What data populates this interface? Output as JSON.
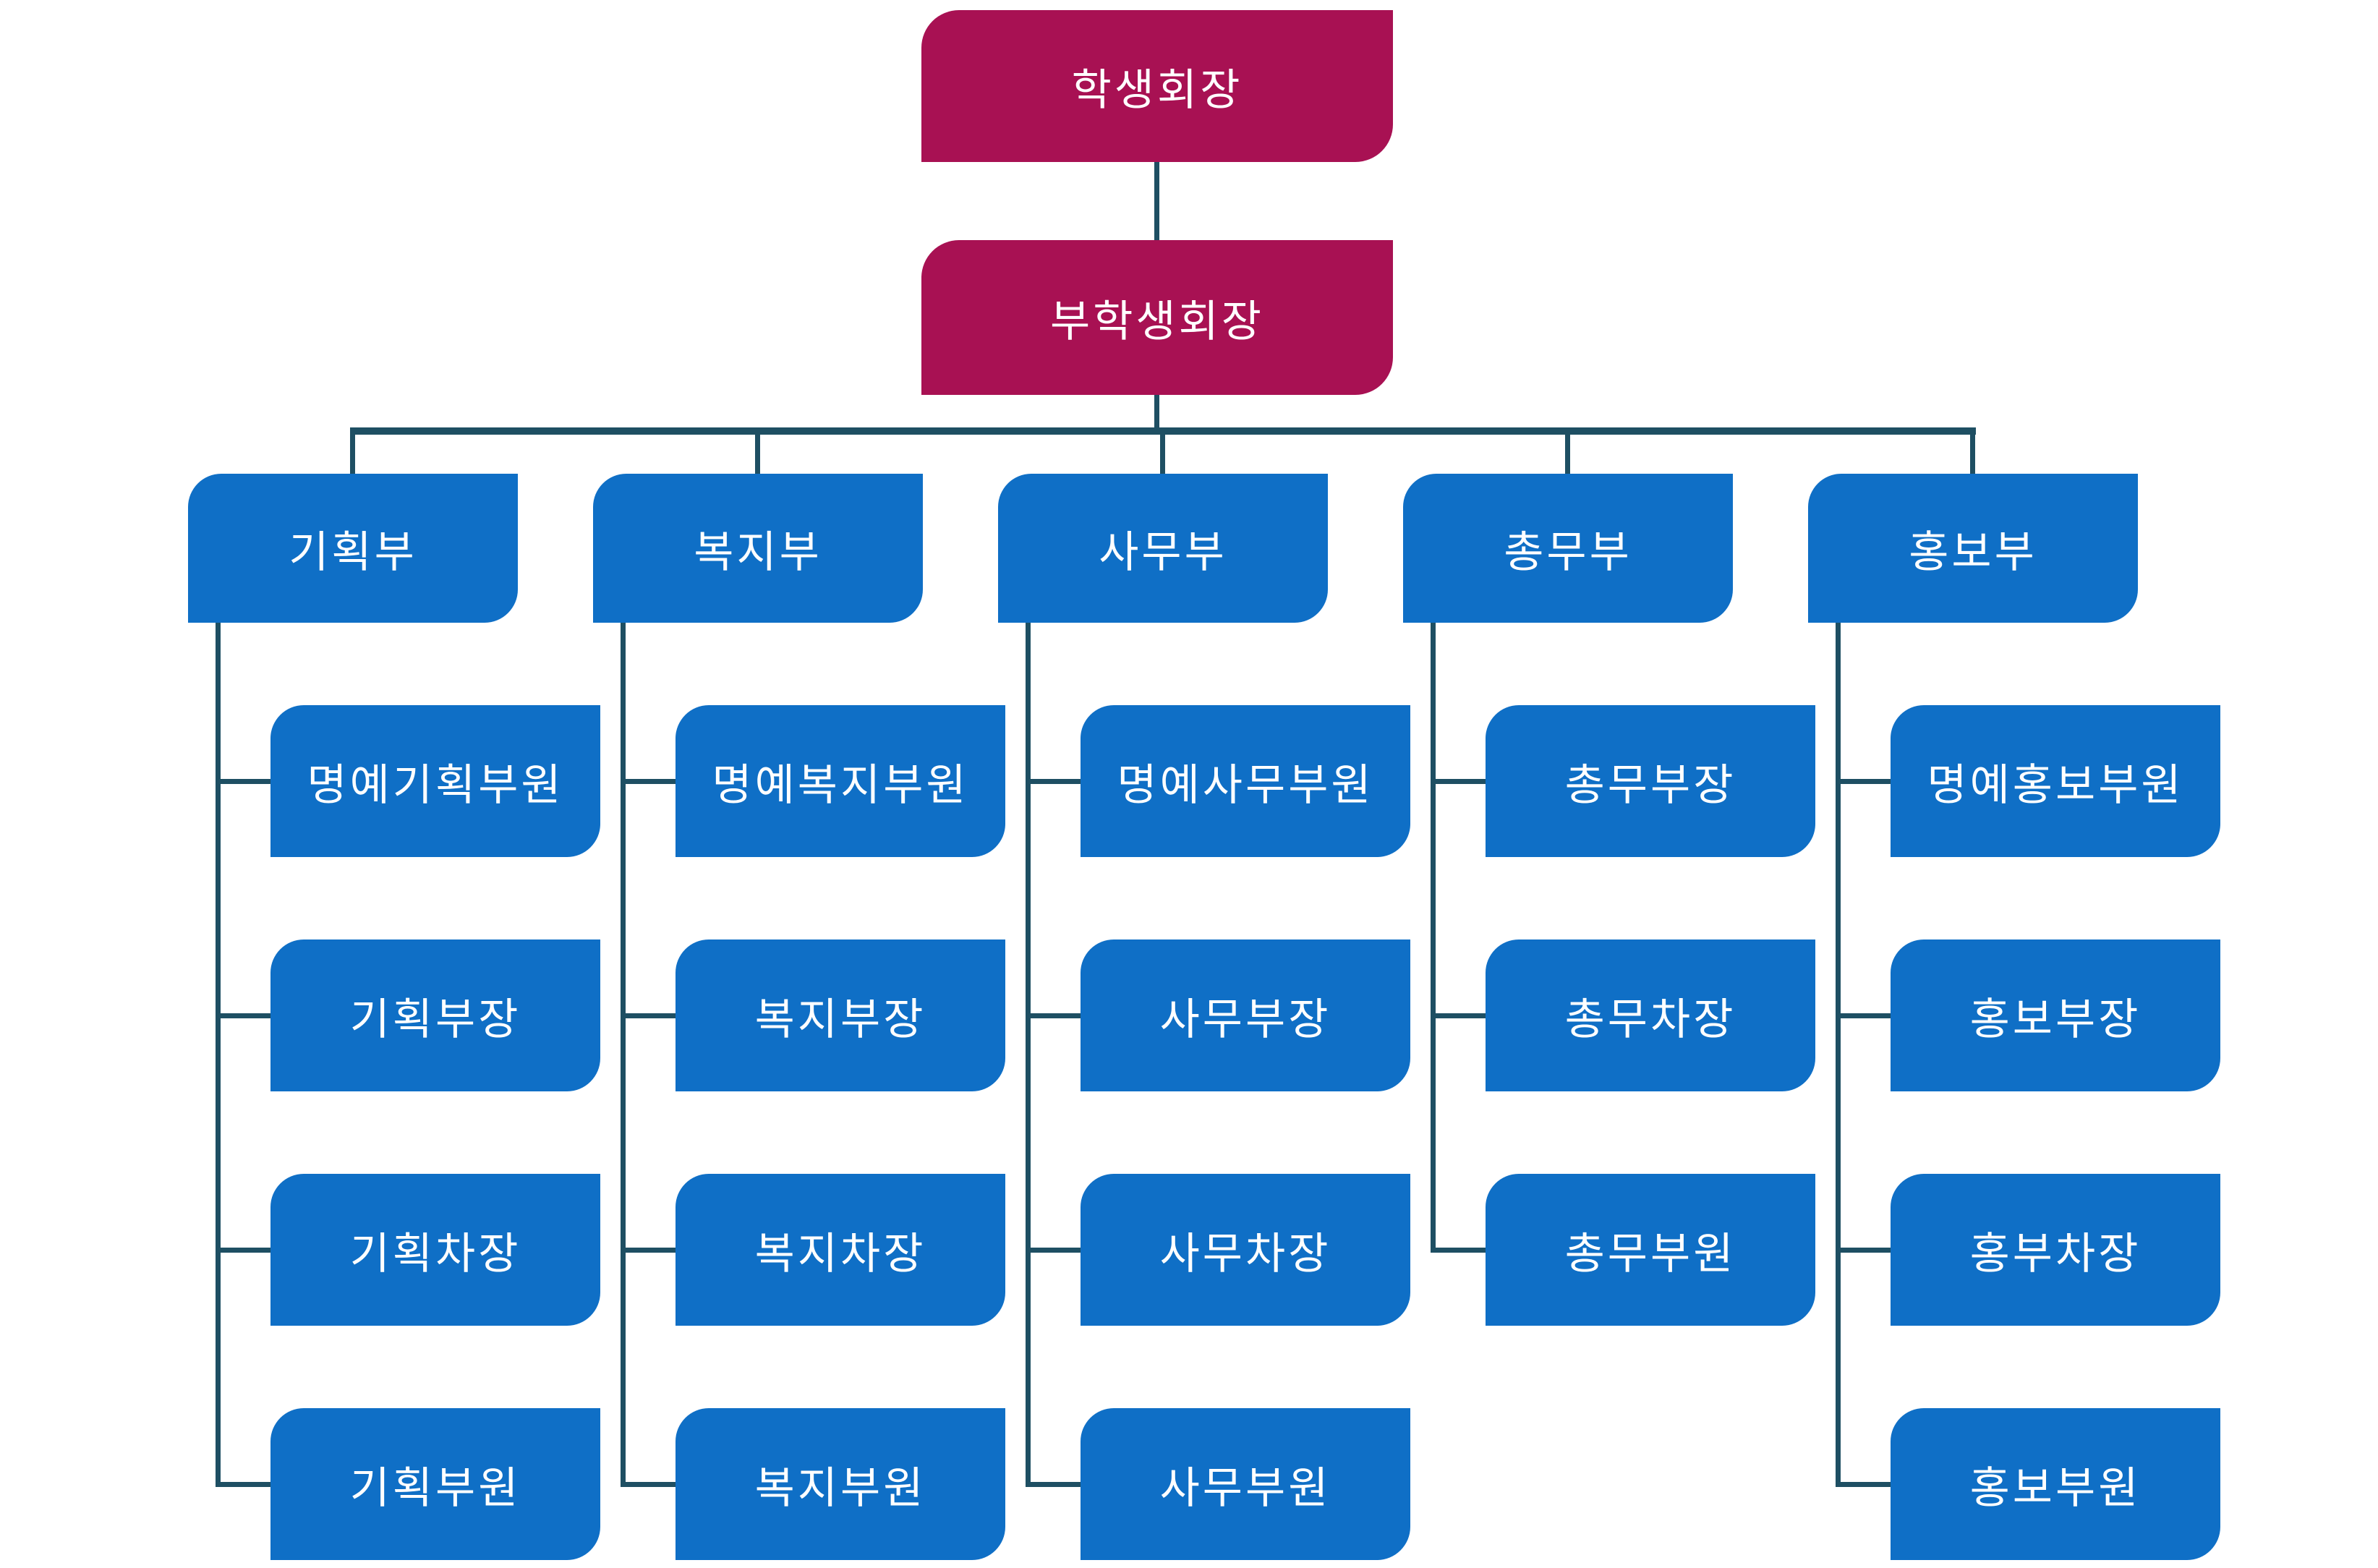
{
  "diagram": {
    "type": "org-chart",
    "language": "ko",
    "levels": 3
  },
  "colors": {
    "leader_box": "#A81153",
    "department_box": "#0F6FC6",
    "connector": "#1E4F63",
    "box_text": "#FFFFFF",
    "background": "#FFFFFF"
  },
  "root": {
    "label": "학생회장"
  },
  "vice": {
    "label": "부학생회장"
  },
  "departments": [
    {
      "label": "기획부",
      "members": [
        "명예기획부원",
        "기획부장",
        "기획차장",
        "기획부원"
      ]
    },
    {
      "label": "복지부",
      "members": [
        "명예복지부원",
        "복지부장",
        "복지차장",
        "복지부원"
      ]
    },
    {
      "label": "사무부",
      "members": [
        "명예사무부원",
        "사무부장",
        "사무차장",
        "사무부원"
      ]
    },
    {
      "label": "총무부",
      "members": [
        "총무부장",
        "총무차장",
        "총무부원"
      ]
    },
    {
      "label": "홍보부",
      "members": [
        "명예홍보부원",
        "홍보부장",
        "홍부차장",
        "홍보부원"
      ]
    }
  ]
}
